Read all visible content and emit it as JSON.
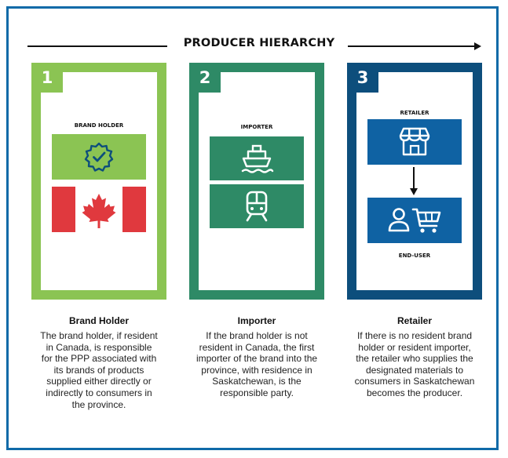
{
  "header": {
    "title": "PRODUCER HIERARCHY"
  },
  "cards": [
    {
      "number": "1",
      "label": "BRAND HOLDER"
    },
    {
      "number": "2",
      "label": "IMPORTER"
    },
    {
      "number": "3",
      "label_top": "RETAILER",
      "label_bottom": "END-USER"
    }
  ],
  "captions": [
    {
      "title": "Brand Holder",
      "body": "The brand holder, if resident in Canada, is responsible for the PPP associated with its brands of products supplied either directly or indirectly to consumers in the province."
    },
    {
      "title": "Importer",
      "body": "If the brand holder is not resident in Canada, the first importer of the brand into the province, with residence in Saskatchewan, is the responsible party."
    },
    {
      "title": "Retailer",
      "body": "If there is no resident brand holder or resident importer, the retailer who supplies the designated materials to consumers in Saskatchewan becomes the producer."
    }
  ],
  "colors": {
    "frame": "#0f6aa8",
    "brand_green": "#8bc453",
    "importer_green": "#2e8a66",
    "retailer_blue": "#0d4e7c",
    "retailer_icon_bg": "#0f62a3",
    "canada_red": "#e0393e"
  },
  "icons": [
    "verified-badge-icon",
    "canada-flag-icon",
    "ship-icon",
    "train-icon",
    "storefront-icon",
    "arrow-down-icon",
    "person-icon",
    "shopping-cart-icon"
  ]
}
